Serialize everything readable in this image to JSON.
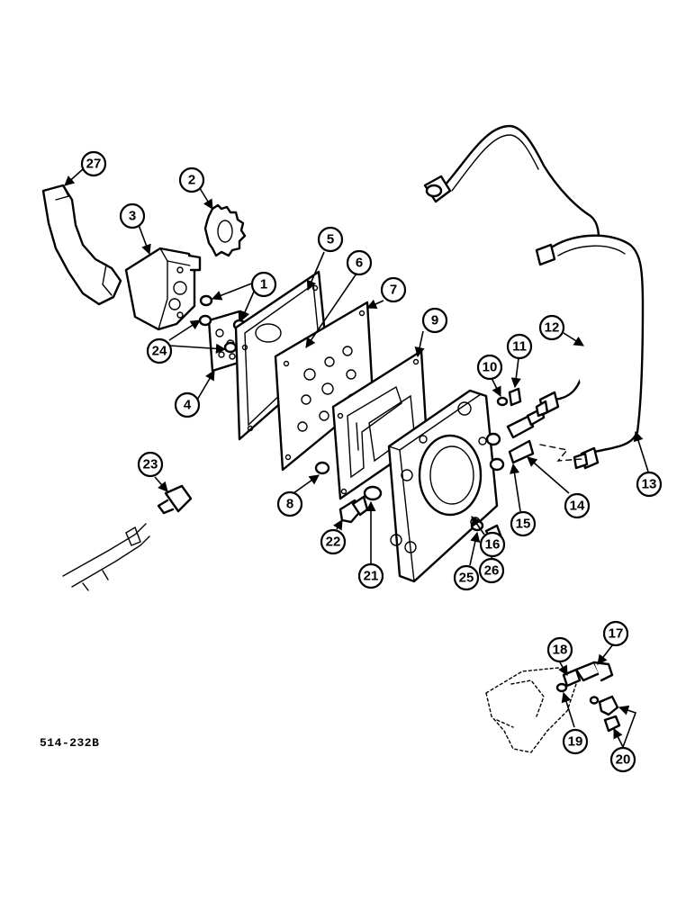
{
  "figure": {
    "reference_code": "514-232B",
    "callouts": [
      "1",
      "2",
      "3",
      "4",
      "5",
      "6",
      "7",
      "8",
      "9",
      "10",
      "11",
      "12",
      "13",
      "14",
      "15",
      "16",
      "17",
      "18",
      "19",
      "20",
      "21",
      "22",
      "23",
      "24",
      "25",
      "26",
      "27"
    ],
    "line_color": "#000000",
    "background": "#ffffff"
  }
}
